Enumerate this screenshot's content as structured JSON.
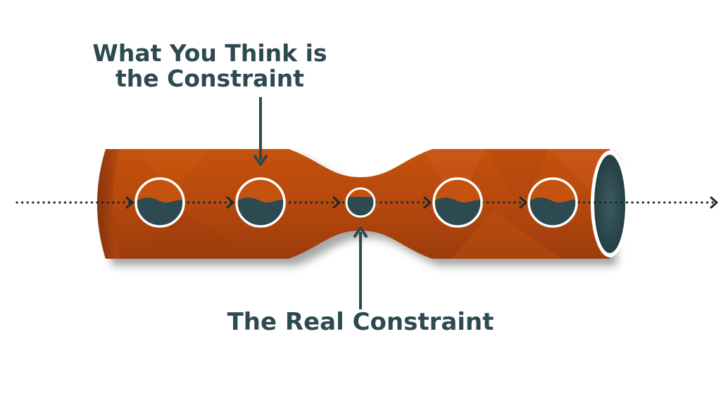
{
  "labels": {
    "perceived_constraint_line1": "What You Think is",
    "perceived_constraint_line2": "the Constraint",
    "real_constraint": "The Real Constraint"
  },
  "colors": {
    "pipe": "#b8490f",
    "pipe_dark": "#8e3608",
    "pipe_highlight": "#d05a16",
    "fluid": "#2e4a51",
    "text": "#2e4a51",
    "flow_dots": "#1e2a2e",
    "ring": "#ffffff"
  },
  "icons": {
    "flow_arrow": "dotted-arrow-right",
    "pointer_arrow": "solid-arrow"
  }
}
